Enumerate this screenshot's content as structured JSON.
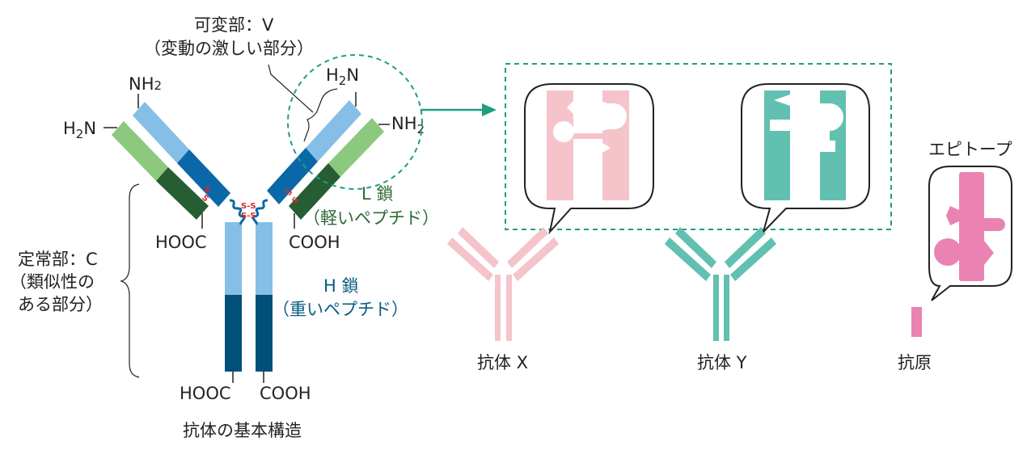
{
  "colors": {
    "h_light": "#85bfe8",
    "h_dark": "#005078",
    "l_light_h": "#85bfe8",
    "l_dark_h": "#0b68a8",
    "l_light": "#8cc87e",
    "l_dark": "#275d33",
    "l_text": "#2f6a34",
    "h_text": "#0b5a86",
    "teal": "#1e9e84",
    "teal_fill": "#62c0b0",
    "pink_light": "#f5c4cb",
    "pink": "#ea83b2",
    "disulfide": "#d62a2a",
    "black": "#222222"
  },
  "labels": {
    "variable_title": "可変部：V",
    "variable_sub": "（変動の激しい部分）",
    "constant_title": "定常部：C",
    "constant_sub1": "（類似性の",
    "constant_sub2": "ある部分）",
    "l_chain_title": "L 鎖",
    "l_chain_sub": "（軽いペプチド）",
    "h_chain_title": "H 鎖",
    "h_chain_sub": "（重いペプチド）",
    "nh2": "NH",
    "h2n_h": "H",
    "h2n_n": "N",
    "subscript_2": "2",
    "hooc": "HOOC",
    "cooh": "COOH",
    "disulfide_s": "S",
    "disulfide_bond": "S-S",
    "caption": "抗体の基本構造",
    "antibody_x": "抗体 X",
    "antibody_y": "抗体 Y",
    "antigen": "抗原",
    "epitope": "エピトープ"
  }
}
